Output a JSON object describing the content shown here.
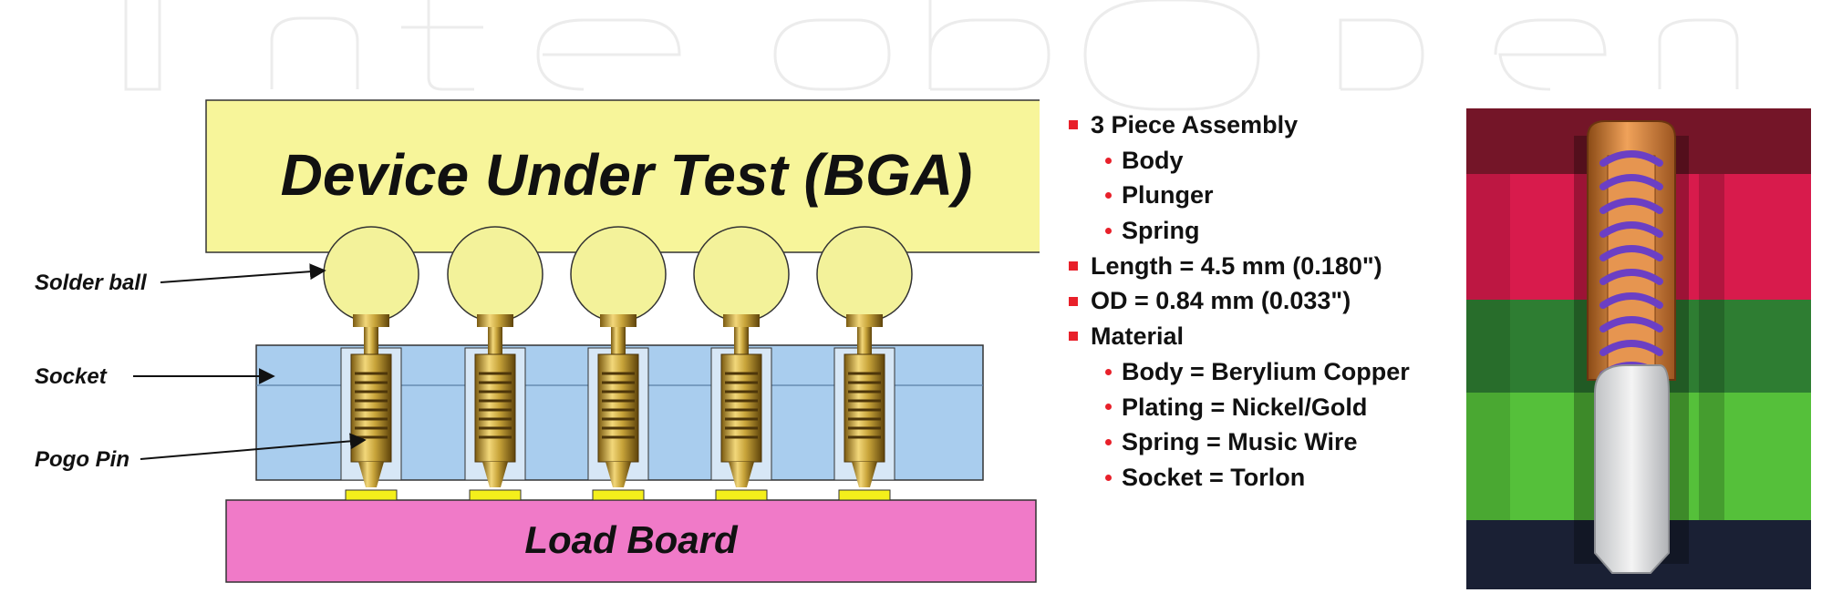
{
  "diagram": {
    "dut_label": "Device Under Test (BGA)",
    "load_board_label": "Load Board",
    "callouts": {
      "solder_ball": "Solder ball",
      "socket": "Socket",
      "pogo_pin": "Pogo Pin"
    }
  },
  "specs": {
    "assembly": {
      "title": "3 Piece Assembly",
      "items": [
        "Body",
        "Plunger",
        "Spring"
      ]
    },
    "length": "Length = 4.5 mm (0.180\")",
    "od": "OD = 0.84 mm (0.033\")",
    "material": {
      "title": "Material",
      "items": [
        "Body = Berylium Copper",
        "Plating = Nickel/Gold",
        "Spring = Music Wire",
        "Socket = Torlon"
      ]
    }
  },
  "colors": {
    "dut": "#f7f59a",
    "socket": "#a9cdee",
    "load_board": "#f07ac8",
    "solder_ball": "#f3f29a",
    "pin_gold": "#c8a43a",
    "bullet": "#e8202a",
    "render_top": "#741528",
    "render_mid": "#d81b4c",
    "render_green_dark": "#2e7d32",
    "render_green": "#55c03a",
    "render_base": "#1a2034"
  },
  "icons": {
    "spec_bullet": "red-square-bullet",
    "sub_bullet": "red-dot-bullet"
  }
}
